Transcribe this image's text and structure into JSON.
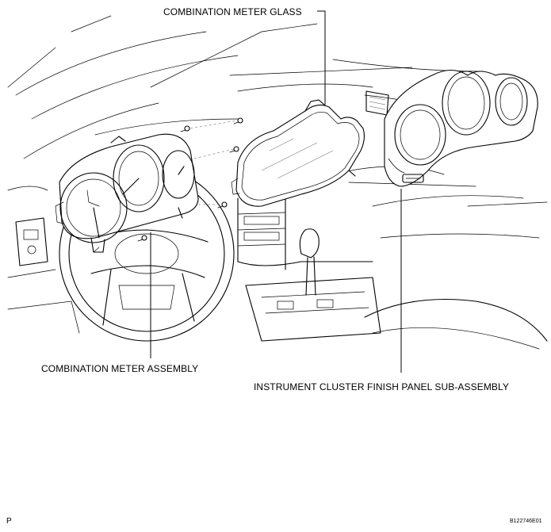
{
  "labels": {
    "meter_glass": "COMBINATION METER GLASS",
    "meter_assembly": "COMBINATION METER ASSEMBLY",
    "finish_panel": "INSTRUMENT CLUSTER FINISH PANEL SUB-ASSEMBLY"
  },
  "corner_mark": "P",
  "figure_code": "B122746E01"
}
